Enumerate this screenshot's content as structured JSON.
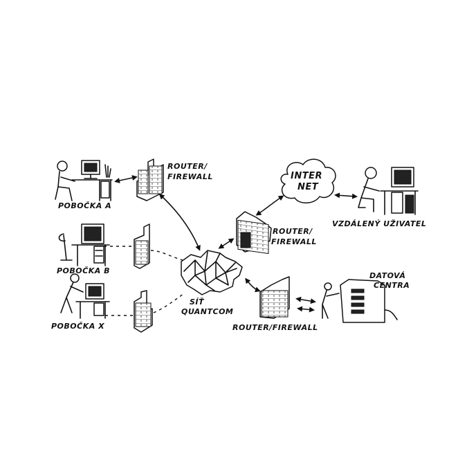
{
  "labels": {
    "router_firewall_top": [
      "ROUTER/",
      "FIREWALL"
    ],
    "router_firewall_mid": [
      "ROUTER/",
      "FIREWALL"
    ],
    "router_firewall_bottom": "ROUTER/FIREWALL",
    "pobocka_a": "POBOČKA A",
    "pobocka_b": "POBOČKA B",
    "pobocka_x": "POBOČKA X",
    "internet": [
      "INTER",
      "NET"
    ],
    "remote_user": "VZDÁLENÝ UŽIVATEL",
    "network": [
      "SÍŤ",
      "QUANTCOM"
    ],
    "datacenter": [
      "DATOVÁ",
      "CENTRA"
    ]
  },
  "icons": [
    "person-at-desk-icon",
    "firewall-icon",
    "cloud-icon",
    "czech-map-icon",
    "server-rack-icon"
  ]
}
